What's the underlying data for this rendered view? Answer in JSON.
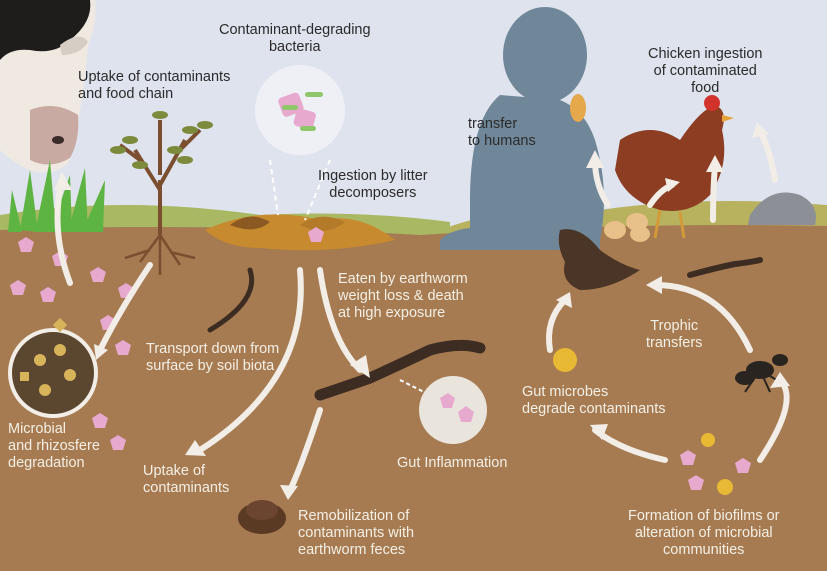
{
  "colors": {
    "sky": "#dfe3ee",
    "soil": "#a67b52",
    "soil_dark": "#8e663f",
    "arrow": "#f2ede6",
    "contaminant": "#e8a9cf",
    "human_silhouette": "#6f8799",
    "earthworm": "#3c2c22",
    "hen": "#8c3d22",
    "grass": "#5db443"
  },
  "icons": [
    "cow-icon",
    "grass-icon",
    "tree-icon",
    "roots-icon",
    "leaf-litter-icon",
    "bacteria-icon",
    "child-silhouette-icon",
    "hen-icon",
    "mole-icon",
    "earthworm-icon",
    "ant-icon",
    "microbe-icon",
    "contaminant-pentagon-icon",
    "feces-icon",
    "inflammation-icon"
  ],
  "labels": {
    "uptake_food_chain": [
      "Uptake of contaminants",
      "and food chain"
    ],
    "contaminant_bacteria": [
      "Contaminant-degrading",
      "bacteria"
    ],
    "transfer_humans": [
      "transfer",
      "to humans"
    ],
    "chicken_ingestion": [
      "Chicken ingestion",
      "of contaminated",
      "food"
    ],
    "litter_decomposers": [
      "Ingestion by litter",
      "decomposers"
    ],
    "eaten_earthworm": [
      "Eaten by earthworm",
      "weight loss & death",
      "at high exposure"
    ],
    "transport_down": [
      "Transport down from",
      "surface by soil biota"
    ],
    "trophic": [
      "Trophic",
      "transfers"
    ],
    "gut_microbes": [
      "Gut microbes",
      "degrade contaminants"
    ],
    "microbial_rhizo": [
      "Microbial",
      "and rhizosfere",
      "degradation"
    ],
    "uptake_contaminants": [
      "Uptake of",
      "contaminants"
    ],
    "gut_inflammation": [
      "Gut Inflammation"
    ],
    "remobilization": [
      "Remobilization of",
      "contaminants with",
      "earthworm feces"
    ],
    "biofilms": [
      "Formation of biofilms or",
      "alteration of microbial",
      "communities"
    ]
  }
}
